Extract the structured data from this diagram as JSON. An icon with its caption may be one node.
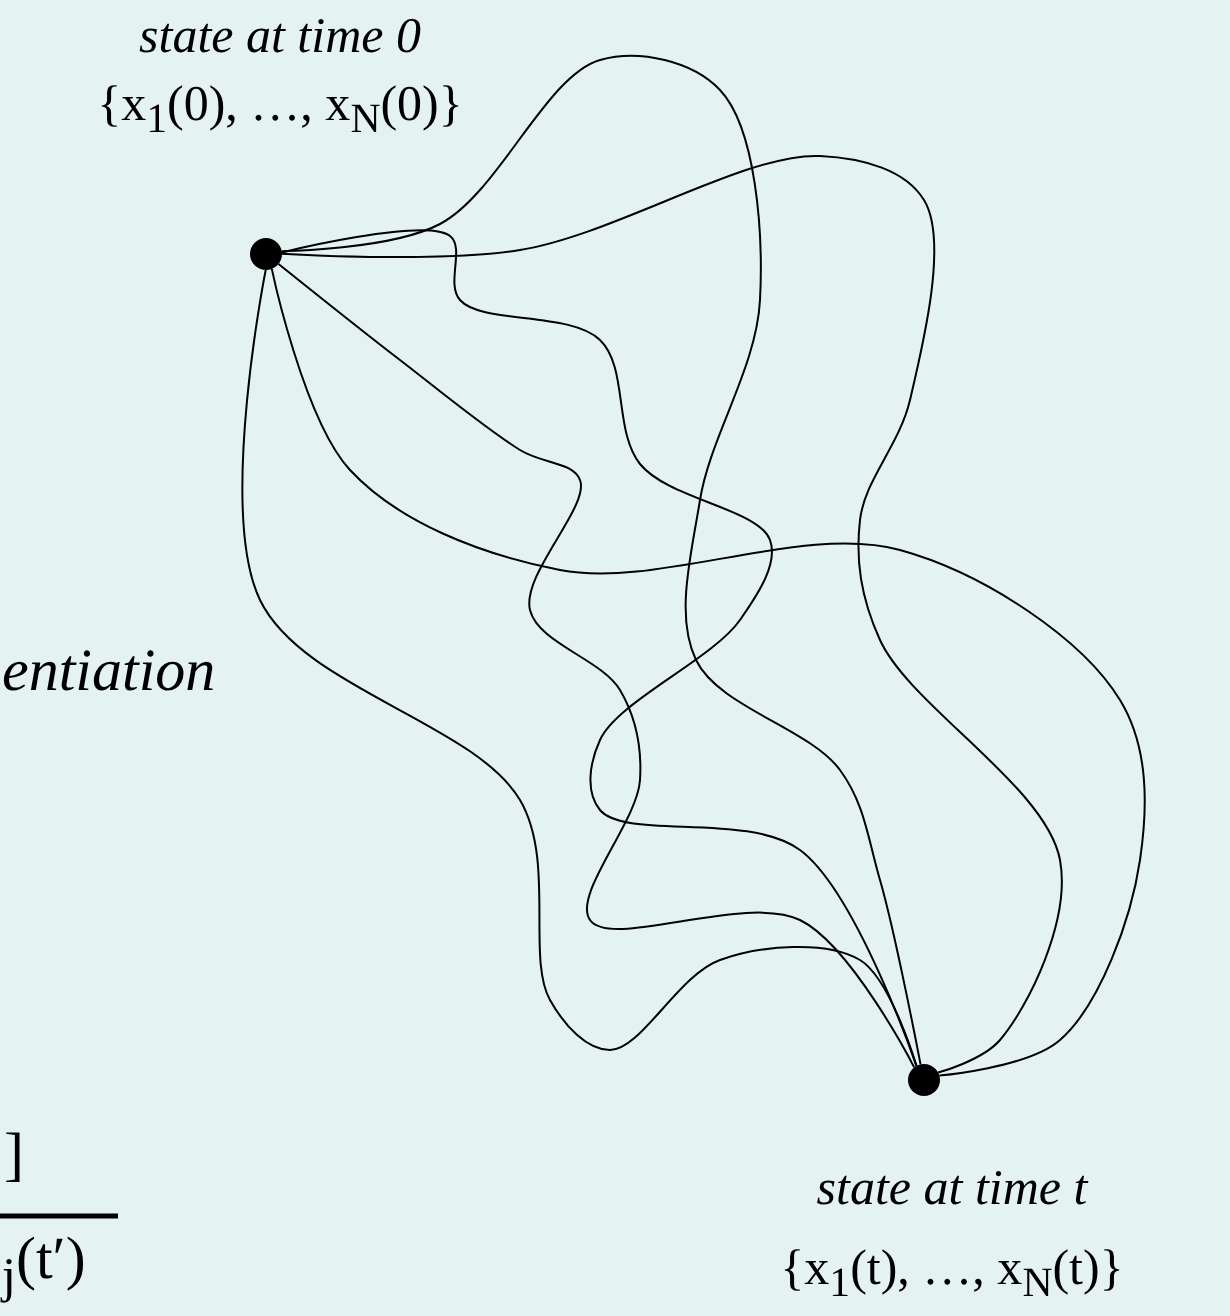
{
  "diagram": {
    "nodes": [
      {
        "text": [],
        "shape": "circle",
        "beside": [
          "state at time 0",
          "{x$_{1}$(0), …, x$_{N}$(0)}"
        ]
      },
      {
        "text": [],
        "shape": "circle",
        "beside": [
          "state at time t",
          "{x$_{1}$(t), …, x$_{N}$(t)}"
        ]
      }
    ],
    "edges": [
      {
        "from": 0,
        "to": 1,
        "arrow": "none"
      },
      {
        "from": 0,
        "to": 1,
        "arrow": "none"
      },
      {
        "from": 0,
        "to": 1,
        "arrow": "none"
      },
      {
        "from": 0,
        "to": 1,
        "arrow": "none"
      },
      {
        "from": 0,
        "to": 1,
        "arrow": "none"
      },
      {
        "from": 0,
        "to": 1,
        "arrow": "none"
      }
    ],
    "labels": [
      "entiation",
      "]",
      "$_{j}$(t′)"
    ]
  }
}
